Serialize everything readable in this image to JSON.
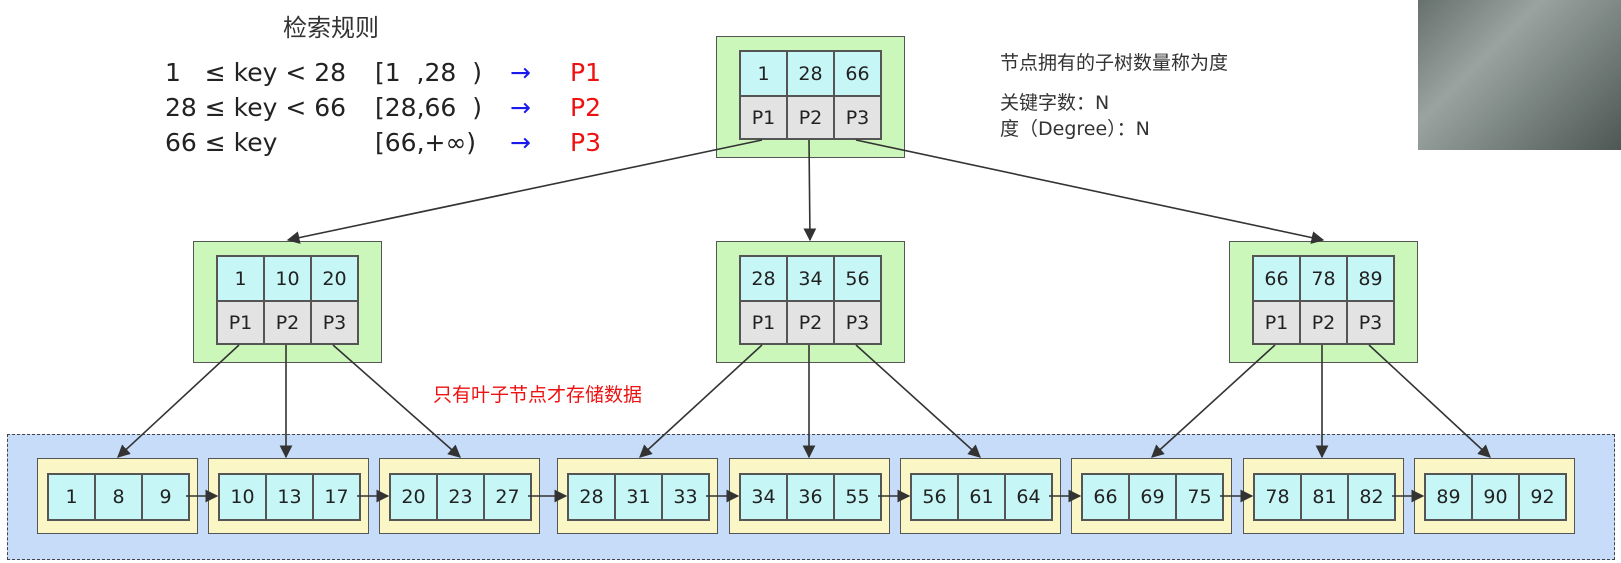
{
  "title": "检索规则",
  "rules": [
    {
      "expr": "1   ≤ key < 28",
      "range": "[1  ,28  )",
      "arrow": "→",
      "ptr": "P1"
    },
    {
      "expr": "28 ≤ key < 66",
      "range": "[28,66  )",
      "arrow": "→",
      "ptr": "P2"
    },
    {
      "expr": "66 ≤ key",
      "range": "[66,+∞)",
      "arrow": "→",
      "ptr": "P3"
    }
  ],
  "notes": {
    "degree_def": "节点拥有的子树数量称为度",
    "keys": "关键字数：N",
    "degree": "度（Degree）：N"
  },
  "leaf_note": "只有叶子节点才存储数据",
  "root": {
    "keys": [
      "1",
      "28",
      "66"
    ],
    "ptrs": [
      "P1",
      "P2",
      "P3"
    ]
  },
  "internal": [
    {
      "keys": [
        "1",
        "10",
        "20"
      ],
      "ptrs": [
        "P1",
        "P2",
        "P3"
      ]
    },
    {
      "keys": [
        "28",
        "34",
        "56"
      ],
      "ptrs": [
        "P1",
        "P2",
        "P3"
      ]
    },
    {
      "keys": [
        "66",
        "78",
        "89"
      ],
      "ptrs": [
        "P1",
        "P2",
        "P3"
      ]
    }
  ],
  "leaves": [
    [
      "1",
      "8",
      "9"
    ],
    [
      "10",
      "13",
      "17"
    ],
    [
      "20",
      "23",
      "27"
    ],
    [
      "28",
      "31",
      "33"
    ],
    [
      "34",
      "36",
      "55"
    ],
    [
      "56",
      "61",
      "64"
    ],
    [
      "66",
      "69",
      "75"
    ],
    [
      "78",
      "81",
      "82"
    ],
    [
      "89",
      "90",
      "92"
    ]
  ],
  "colors": {
    "key_cell": "#c7f6f6",
    "ptr_cell": "#e3e3e3",
    "node_bg": "#ccf7bb",
    "leaf_bg": "#fbf6c6",
    "leaf_area": "#c7dcf8",
    "arrow_blue": "#1a1aee",
    "ptr_red": "#ee1111"
  }
}
